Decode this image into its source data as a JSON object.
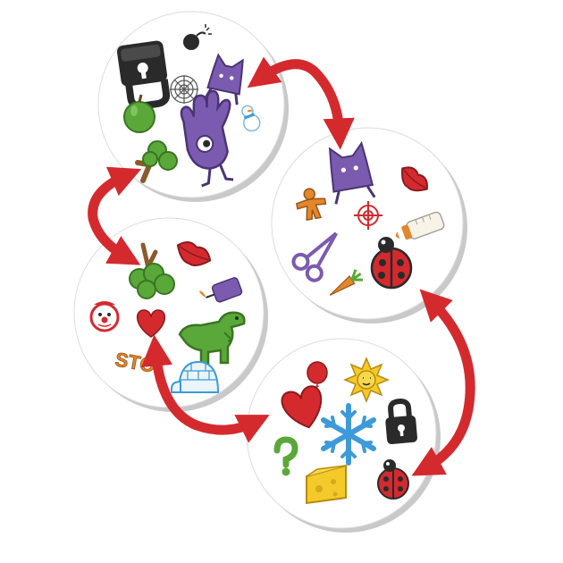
{
  "cards": [
    {
      "id": "card-top-left",
      "symbols": [
        "padlock",
        "bomb",
        "spider-web",
        "cat",
        "apple",
        "tree",
        "hand",
        "snowman"
      ]
    },
    {
      "id": "card-right-middle",
      "symbols": [
        "cat",
        "lips",
        "gingerbread-man",
        "target",
        "baby-bottle",
        "scissors",
        "ladybug",
        "carrot"
      ]
    },
    {
      "id": "card-left-middle",
      "symbols": [
        "tree",
        "lips",
        "candle",
        "clown",
        "heart",
        "dinosaur",
        "stop-sign",
        "igloo"
      ]
    },
    {
      "id": "card-bottom-right",
      "symbols": [
        "balloon",
        "sun",
        "heart",
        "snowflake",
        "padlock",
        "question-mark",
        "cheese",
        "ladybug"
      ]
    }
  ],
  "stop_sign_text": "STO",
  "colors": {
    "arrow": "#d42a2e",
    "card_face": "#ffffff",
    "card_edge": "#c9c9c9",
    "purple": "#7b5bb0",
    "green": "#5aa83a",
    "red": "#d42a2e",
    "blue": "#3d9ad9",
    "yellow": "#f4c92a",
    "orange": "#e3872c",
    "black": "#2a2a2a"
  }
}
